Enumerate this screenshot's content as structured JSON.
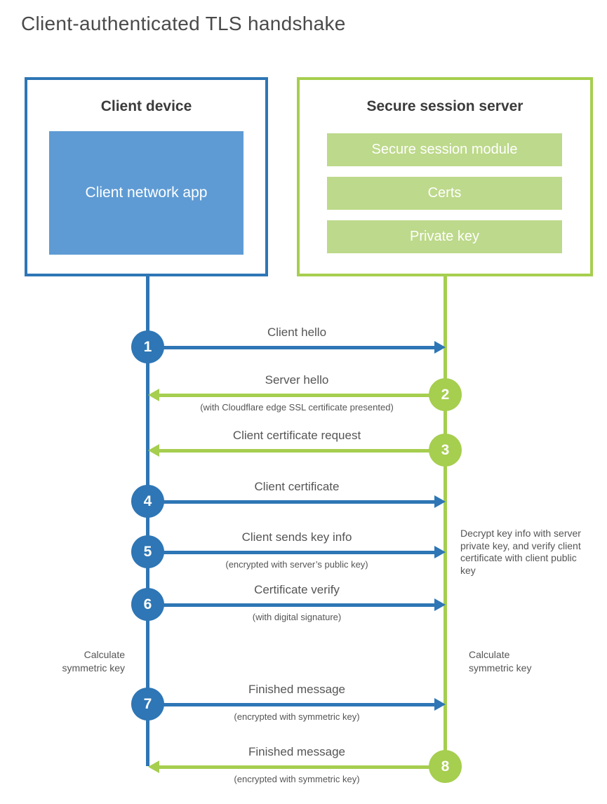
{
  "title": "Client-authenticated TLS handshake",
  "colors": {
    "blue": "#2e76b5",
    "blue_fill": "#5e9bd4",
    "green": "#a6ce4f",
    "green_fill": "#bdd98b",
    "heading": "#3b3b3b",
    "text": "#555555",
    "title": "#4a4a4a"
  },
  "client_box": {
    "title": "Client device",
    "inner_label": "Client network app"
  },
  "server_box": {
    "title": "Secure session server",
    "modules": [
      "Secure session module",
      "Certs",
      "Private key"
    ]
  },
  "steps": [
    {
      "number": "1",
      "color": "blue",
      "direction": "right",
      "label": "Client hello",
      "sublabel": ""
    },
    {
      "number": "2",
      "color": "green",
      "direction": "left",
      "label": "Server hello",
      "sublabel": "(with Cloudflare edge SSL certificate presented)"
    },
    {
      "number": "3",
      "color": "green",
      "direction": "left",
      "label": "Client certificate request",
      "sublabel": ""
    },
    {
      "number": "4",
      "color": "blue",
      "direction": "right",
      "label": "Client certificate",
      "sublabel": ""
    },
    {
      "number": "5",
      "color": "blue",
      "direction": "right",
      "label": "Client sends key info",
      "sublabel": "(encrypted with server’s public key)"
    },
    {
      "number": "6",
      "color": "blue",
      "direction": "right",
      "label": "Certificate verify",
      "sublabel": "(with digital signature)"
    },
    {
      "number": "7",
      "color": "blue",
      "direction": "right",
      "label": "Finished message",
      "sublabel": "(encrypted with symmetric key)"
    },
    {
      "number": "8",
      "color": "green",
      "direction": "left",
      "label": "Finished message",
      "sublabel": "(encrypted with symmetric key)"
    }
  ],
  "annotations": {
    "server_note": "Decrypt key info with server private key, and verify client certificate with client public key",
    "client_calc": "Calculate symmetric key",
    "server_calc": "Calculate symmetric key"
  }
}
